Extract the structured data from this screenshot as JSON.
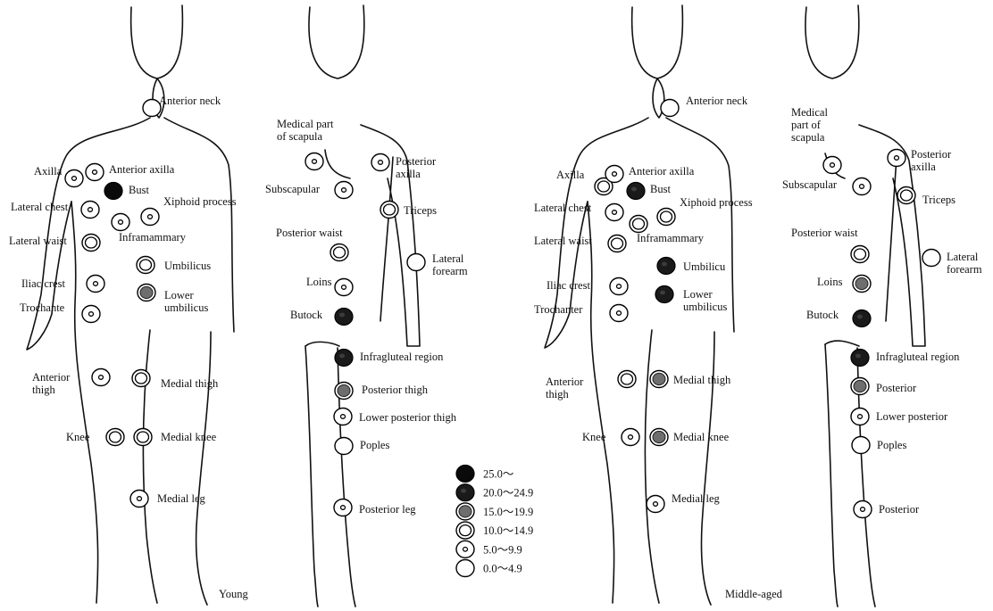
{
  "group_labels": {
    "young": "Young",
    "middle": "Middle-aged"
  },
  "legend": [
    {
      "cat": "c1",
      "label": "25.0～"
    },
    {
      "cat": "c2",
      "label": "20.0～24.9"
    },
    {
      "cat": "c3",
      "label": "15.0～19.9"
    },
    {
      "cat": "c4",
      "label": "10.0～14.9"
    },
    {
      "cat": "c5",
      "label": "5.0～9.9"
    },
    {
      "cat": "c6",
      "label": "0.0～4.9"
    }
  ],
  "figures": {
    "young_front": [
      {
        "lines": [
          "Anterior neck"
        ],
        "cat": "c6"
      },
      {
        "lines": [
          "Axilla"
        ],
        "cat": "c5"
      },
      {
        "lines": [
          "Anterior axilla"
        ],
        "cat": "c5"
      },
      {
        "lines": [
          "Bust"
        ],
        "cat": "c1"
      },
      {
        "lines": [
          "Lateral chest"
        ],
        "cat": "c5"
      },
      {
        "lines": [
          "Xiphoid process"
        ],
        "cat": "c5"
      },
      {
        "lines": [
          "Inframammary"
        ],
        "cat": "c5"
      },
      {
        "lines": [
          "Lateral waist"
        ],
        "cat": "c4"
      },
      {
        "lines": [
          "Umbilicus"
        ],
        "cat": "c4"
      },
      {
        "lines": [
          "Iliac crest"
        ],
        "cat": "c5"
      },
      {
        "lines": [
          "Lower",
          "umbilicus"
        ],
        "cat": "c3"
      },
      {
        "lines": [
          "Trochante"
        ],
        "cat": "c5"
      },
      {
        "lines": [
          "Anterior",
          "thigh"
        ],
        "cat": "c5"
      },
      {
        "lines": [
          "Medial thigh"
        ],
        "cat": "c4"
      },
      {
        "lines": [
          "Knee"
        ],
        "cat": "c4"
      },
      {
        "lines": [
          "Medial knee"
        ],
        "cat": "c4"
      },
      {
        "lines": [
          "Medial leg"
        ],
        "cat": "c5"
      }
    ],
    "young_back": [
      {
        "lines": [
          "Medical part",
          "of scapula"
        ],
        "cat": "c5"
      },
      {
        "lines": [
          "Posterior",
          "axilla"
        ],
        "cat": "c5"
      },
      {
        "lines": [
          "Subscapular"
        ],
        "cat": "c5"
      },
      {
        "lines": [
          "Triceps"
        ],
        "cat": "c4"
      },
      {
        "lines": [
          "Posterior waist"
        ],
        "cat": "c4"
      },
      {
        "lines": [
          "Lateral",
          "forearm"
        ],
        "cat": "c6"
      },
      {
        "lines": [
          "Loins"
        ],
        "cat": "c5"
      },
      {
        "lines": [
          "Butock"
        ],
        "cat": "c2"
      },
      {
        "lines": [
          "Infragluteal region"
        ],
        "cat": "c2"
      },
      {
        "lines": [
          "Posterior thigh"
        ],
        "cat": "c3"
      },
      {
        "lines": [
          "Lower posterior thigh"
        ],
        "cat": "c5"
      },
      {
        "lines": [
          "Poples"
        ],
        "cat": "c6"
      },
      {
        "lines": [
          "Posterior leg"
        ],
        "cat": "c5"
      }
    ],
    "middle_front": [
      {
        "lines": [
          "Anterior neck"
        ],
        "cat": "c6"
      },
      {
        "lines": [
          "Axilla"
        ],
        "cat": "c4"
      },
      {
        "lines": [
          "Anterior axilla"
        ],
        "cat": "c5"
      },
      {
        "lines": [
          "Bust"
        ],
        "cat": "c2"
      },
      {
        "lines": [
          "Lateral chest"
        ],
        "cat": "c5"
      },
      {
        "lines": [
          "Xiphoid process"
        ],
        "cat": "c4"
      },
      {
        "lines": [
          "Inframammary"
        ],
        "cat": "c4"
      },
      {
        "lines": [
          "Lateral waist"
        ],
        "cat": "c4"
      },
      {
        "lines": [
          "Umbilicu"
        ],
        "cat": "c2"
      },
      {
        "lines": [
          "Iliac crest"
        ],
        "cat": "c5"
      },
      {
        "lines": [
          "Lower",
          "umbilicus"
        ],
        "cat": "c2"
      },
      {
        "lines": [
          "Trochanter"
        ],
        "cat": "c5"
      },
      {
        "lines": [
          "Anterior",
          "thigh"
        ],
        "cat": "c4"
      },
      {
        "lines": [
          "Medial thigh"
        ],
        "cat": "c3"
      },
      {
        "lines": [
          "Knee"
        ],
        "cat": "c5"
      },
      {
        "lines": [
          "Medial knee"
        ],
        "cat": "c3"
      },
      {
        "lines": [
          "Medial leg"
        ],
        "cat": "c5"
      }
    ],
    "middle_back": [
      {
        "lines": [
          "Medical",
          "part of",
          "scapula"
        ],
        "cat": "c5"
      },
      {
        "lines": [
          "Posterior",
          "axilla"
        ],
        "cat": "c5"
      },
      {
        "lines": [
          "Subscapular"
        ],
        "cat": "c5"
      },
      {
        "lines": [
          "Triceps"
        ],
        "cat": "c4"
      },
      {
        "lines": [
          "Posterior waist"
        ],
        "cat": "c4"
      },
      {
        "lines": [
          "Lateral",
          "forearm"
        ],
        "cat": "c6"
      },
      {
        "lines": [
          "Loins"
        ],
        "cat": "c3"
      },
      {
        "lines": [
          "Butock"
        ],
        "cat": "c2"
      },
      {
        "lines": [
          "Infragluteal region"
        ],
        "cat": "c2"
      },
      {
        "lines": [
          "Posterior"
        ],
        "cat": "c3"
      },
      {
        "lines": [
          "Lower posterior"
        ],
        "cat": "c5"
      },
      {
        "lines": [
          "Poples"
        ],
        "cat": "c6"
      },
      {
        "lines": [
          "Posterior"
        ],
        "cat": "c5"
      }
    ]
  }
}
